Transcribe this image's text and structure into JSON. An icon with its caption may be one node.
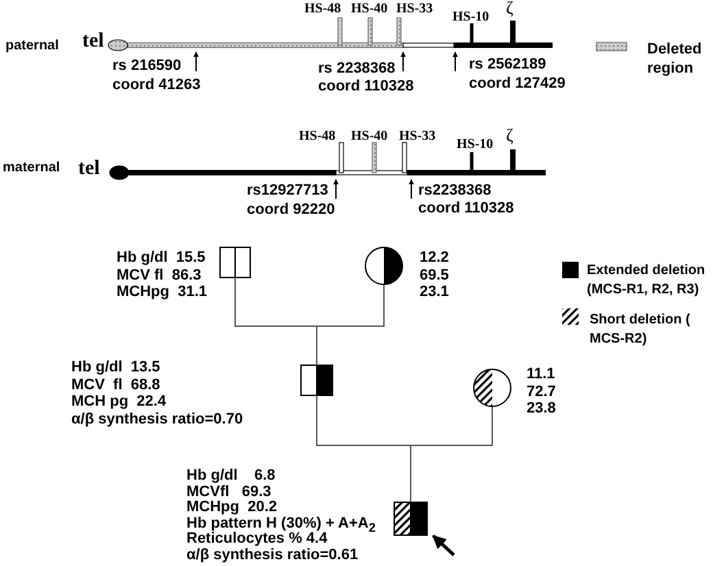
{
  "diagram": {
    "nodes": [
      {
        "text": [],
        "shape": "box",
        "beside": [
          "Hb g/dl  15.5",
          "MCV fl  86.3",
          "MCHpg  31.1"
        ]
      },
      {
        "text": [],
        "shape": "circle",
        "beside": [
          "12.2",
          "69.5",
          "23.1"
        ]
      },
      {
        "text": [],
        "shape": "box",
        "beside": [
          "Hb g/dl  13.5",
          "MCV  fl  68.8",
          "MCH pg  22.4",
          "α/β synthesis ratio=0.70"
        ]
      },
      {
        "text": [],
        "shape": "circle",
        "beside": [
          "11.1",
          "72.7",
          "23.8"
        ]
      },
      {
        "text": [],
        "shape": "box",
        "beside": [
          "Hb g/dl    6.8",
          "MCVfl   69.3",
          "MCHpg  20.2",
          "Hb pattern H (30%) + A+A$_{2}$",
          "Reticulocytes % 4.4",
          "α/β synthesis ratio=0.61"
        ]
      }
    ],
    "edges": [
      {
        "from": 0,
        "to": 2,
        "arrow": "none"
      },
      {
        "from": 1,
        "to": 2,
        "arrow": "none"
      },
      {
        "from": 2,
        "to": 4,
        "arrow": "none"
      },
      {
        "from": 3,
        "to": 4,
        "arrow": "none"
      },
      {
        "from": null,
        "to": 4,
        "arrow": "to",
        "style": "thick"
      }
    ],
    "labels": [
      "HS-48",
      "HS-40",
      "HS-33",
      "HS-10",
      "ζ",
      "paternal",
      "tel",
      "rs 216590",
      "rs 2238368",
      "rs 2562189",
      "coord 41263",
      "coord 110328",
      "coord 127429",
      "HS-48",
      "HS-40",
      "HS-33",
      "HS-10",
      "ζ",
      "maternal",
      "tel",
      "rs12927713",
      "rs2238368",
      "coord 92220",
      "coord 110328"
    ],
    "legend": [
      {
        "text": "Deleted region"
      },
      {
        "text": "Extended deletion (MCS-R1, R2, R3)",
        "color": "#000000"
      },
      {
        "text": "Short deletion ( MCS-R2)"
      }
    ]
  }
}
